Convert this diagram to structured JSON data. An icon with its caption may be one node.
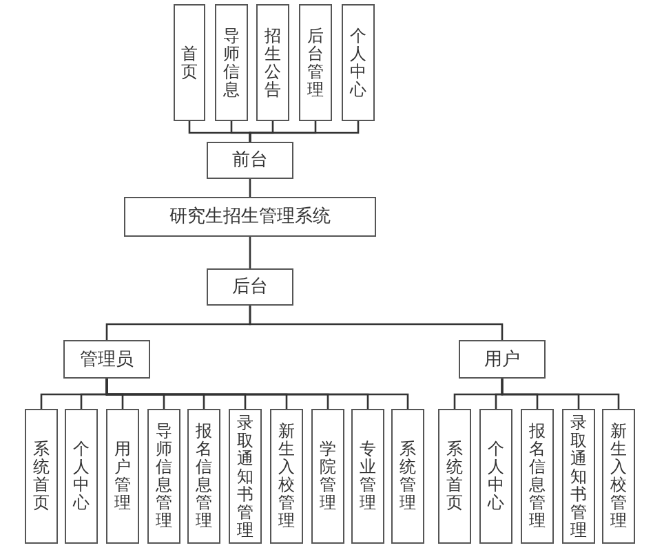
{
  "diagram": {
    "nodes": [
      {
        "text": [
          "首页"
        ]
      },
      {
        "text": [
          "导师信息"
        ]
      },
      {
        "text": [
          "招生公告"
        ]
      },
      {
        "text": [
          "后台管理"
        ]
      },
      {
        "text": [
          "个人中心"
        ]
      },
      {
        "text": [
          "前台"
        ]
      },
      {
        "text": [
          "研究生招生管理系统"
        ]
      },
      {
        "text": [
          "后台"
        ]
      },
      {
        "text": [
          "管理员"
        ]
      },
      {
        "text": [
          "用户"
        ]
      },
      {
        "text": [
          "系统首页"
        ]
      },
      {
        "text": [
          "个人中心"
        ]
      },
      {
        "text": [
          "用户管理"
        ]
      },
      {
        "text": [
          "导师信息管理"
        ]
      },
      {
        "text": [
          "报名信息管理"
        ]
      },
      {
        "text": [
          "录取通知书管理"
        ]
      },
      {
        "text": [
          "新生入校管理"
        ]
      },
      {
        "text": [
          "学院管理"
        ]
      },
      {
        "text": [
          "专业管理"
        ]
      },
      {
        "text": [
          "系统管理"
        ]
      },
      {
        "text": [
          "系统首页"
        ]
      },
      {
        "text": [
          "个人中心"
        ]
      },
      {
        "text": [
          "报名信息管理"
        ]
      },
      {
        "text": [
          "录取通知书管理"
        ]
      },
      {
        "text": [
          "新生入校管理"
        ]
      }
    ],
    "edges": [
      {
        "from": 0,
        "to": 5,
        "arrow": "none"
      },
      {
        "from": 1,
        "to": 5,
        "arrow": "none"
      },
      {
        "from": 2,
        "to": 5,
        "arrow": "none"
      },
      {
        "from": 3,
        "to": 5,
        "arrow": "none"
      },
      {
        "from": 4,
        "to": 5,
        "arrow": "none"
      },
      {
        "from": 5,
        "to": 6,
        "arrow": "none"
      },
      {
        "from": 6,
        "to": 7,
        "arrow": "none"
      },
      {
        "from": 7,
        "to": 8,
        "arrow": "none"
      },
      {
        "from": 7,
        "to": 9,
        "arrow": "none"
      },
      {
        "from": 8,
        "to": 10,
        "arrow": "none"
      },
      {
        "from": 8,
        "to": 11,
        "arrow": "none"
      },
      {
        "from": 8,
        "to": 12,
        "arrow": "none"
      },
      {
        "from": 8,
        "to": 13,
        "arrow": "none"
      },
      {
        "from": 8,
        "to": 14,
        "arrow": "none"
      },
      {
        "from": 8,
        "to": 15,
        "arrow": "none"
      },
      {
        "from": 8,
        "to": 16,
        "arrow": "none"
      },
      {
        "from": 8,
        "to": 17,
        "arrow": "none"
      },
      {
        "from": 8,
        "to": 18,
        "arrow": "none"
      },
      {
        "from": 8,
        "to": 19,
        "arrow": "none"
      },
      {
        "from": 9,
        "to": 20,
        "arrow": "none"
      },
      {
        "from": 9,
        "to": 21,
        "arrow": "none"
      },
      {
        "from": 9,
        "to": 22,
        "arrow": "none"
      },
      {
        "from": 9,
        "to": 23,
        "arrow": "none"
      },
      {
        "from": 9,
        "to": 24,
        "arrow": "none"
      }
    ]
  }
}
